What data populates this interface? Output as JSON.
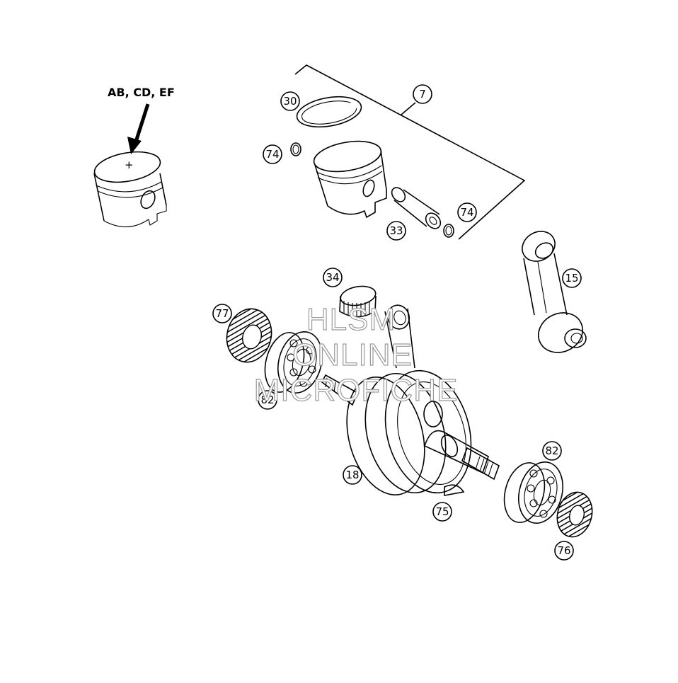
{
  "diagram": {
    "piston_marking_label": "AB, CD, EF",
    "piston_center_mark": "+",
    "callouts": {
      "c7": "7",
      "c30": "30",
      "c74a": "74",
      "c74b": "74",
      "c33": "33",
      "c15": "15",
      "c34": "34",
      "c77": "77",
      "c82a": "82",
      "c82b": "82",
      "c18": "18",
      "c75": "75",
      "c76": "76"
    },
    "watermark": {
      "line1": "HLSM",
      "line2": "ONLINE",
      "line3": "MICROFICHE"
    }
  }
}
